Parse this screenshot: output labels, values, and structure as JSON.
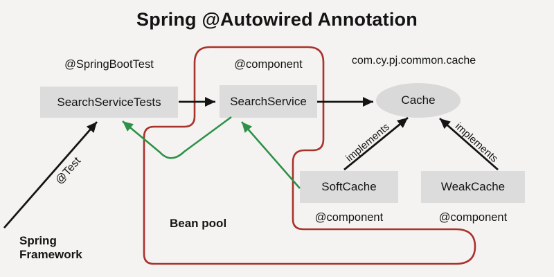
{
  "title": "Spring @Autowired Annotation",
  "nodes": {
    "tests": {
      "label": "SearchServiceTests",
      "annotation": "@SpringBootTest"
    },
    "service": {
      "label": "SearchService",
      "annotation": "@component"
    },
    "cache": {
      "label": "Cache",
      "package": "com.cy.pj.common.cache"
    },
    "soft": {
      "label": "SoftCache",
      "annotation": "@component"
    },
    "weak": {
      "label": "WeakCache",
      "annotation": "@component"
    }
  },
  "edge_labels": {
    "implements_left": "implements",
    "implements_right": "implements",
    "test_annotation": "@Test"
  },
  "region_labels": {
    "bean_pool": "Bean pool",
    "spring_framework": "Spring Framework"
  },
  "colors": {
    "background": "#f4f3f1",
    "node_fill": "#dcdcdc",
    "ellipse_fill": "#d9d9d9",
    "red_boundary": "#a8332b",
    "green_arrow": "#2d9147",
    "black": "#141414"
  }
}
